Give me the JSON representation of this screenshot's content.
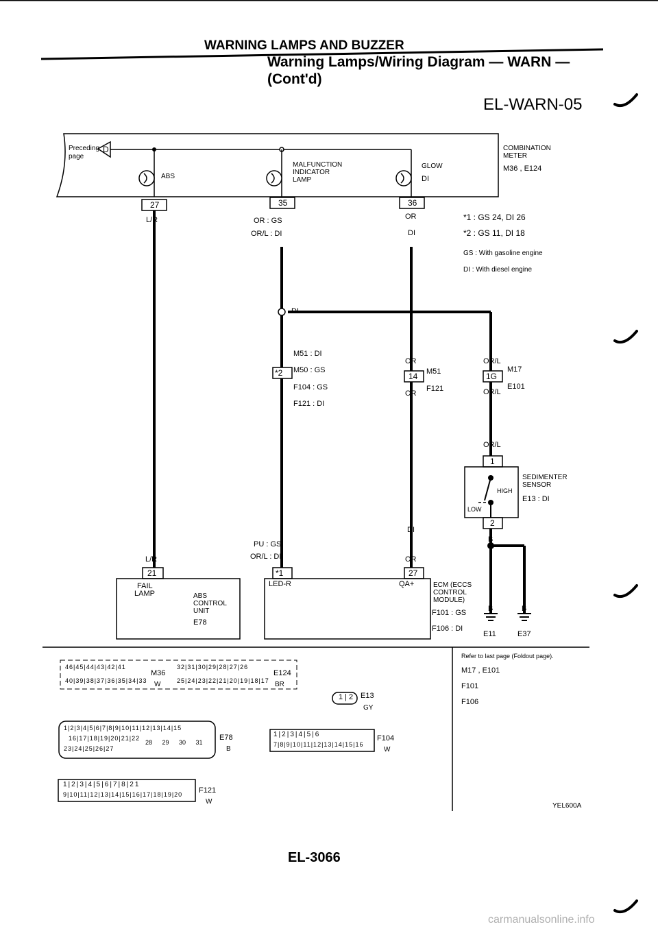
{
  "page": {
    "section_title": "WARNING LAMPS AND BUZZER",
    "diagram_title": "Warning Lamps/Wiring Diagram — WARN —",
    "diagram_title_2": "(Cont'd)",
    "diagram_code": "EL-WARN-05",
    "page_number": "EL-3066",
    "figure_id": "YEL600A",
    "watermark": "carmanualsonline.info"
  },
  "top_box": {
    "preceding_label_1": "Preceding",
    "preceding_label_2": "page",
    "preceding_connector": "D",
    "abs_lamp": "ABS",
    "malfunction_1": "MALFUNCTION",
    "malfunction_2": "INDICATOR",
    "malfunction_3": "LAMP",
    "glow": "GLOW",
    "glow_tag": "DI",
    "combination_1": "COMBINATION",
    "combination_2": "METER",
    "meter_connectors": "M36 , E124",
    "pins": [
      "27",
      "35",
      "36"
    ]
  },
  "notes": {
    "star1": "*1 : GS 24, DI 26",
    "star2": "*2 : GS 11, DI 18",
    "gs_desc": "GS : With gasoline engine",
    "di_desc": "DI : With diesel engine"
  },
  "wires": {
    "lr_top": "L/R",
    "or_gs": "OR : GS",
    "orl_di": "OR/L : DI",
    "or_right": "OR",
    "di_tag_right": "DI",
    "di_junction": "DI",
    "orl_top": "OR/L",
    "orl_bottom": "OR/L",
    "orl_mid": "OR/L",
    "or_14_top": "OR",
    "or_14_bottom": "OR",
    "pu_gs": "PU : GS",
    "orl_di_low": "OR/L : DI",
    "di_low": "DI",
    "or_low": "OR",
    "lr_low": "L/R",
    "b_sensor": "B",
    "b_left": "B",
    "b_right": "B"
  },
  "connectors": {
    "star2_pin": "*2",
    "m51_di": "M51 : DI",
    "m50_gs": "M50 : GS",
    "f104_gs": "F104 : GS",
    "f121_di": "F121 : DI",
    "pin14": "14",
    "m51": "M51",
    "f121": "F121",
    "pin1g": "1G",
    "m17": "M17",
    "e101": "E101",
    "pin1": "1",
    "pin2": "2",
    "pin21": "21",
    "star1_pin": "*1",
    "pin27": "27"
  },
  "components": {
    "sedimenter_1": "SEDIMENTER",
    "sedimenter_2": "SENSOR",
    "high": "HIGH",
    "low": "LOW",
    "e13_di": "E13 : DI",
    "fail_1": "FAIL",
    "fail_2": "LAMP",
    "abs_unit_1": "ABS",
    "abs_unit_2": "CONTROL",
    "abs_unit_3": "UNIT",
    "abs_unit_conn": "E78",
    "led_r": "LED-R",
    "qa_plus": "QA+",
    "ecm_1": "ECM (ECCS",
    "ecm_2": "CONTROL",
    "ecm_3": "MODULE)",
    "f101_gs": "F101 : GS",
    "f106_di": "F106 : DI",
    "e11": "E11",
    "e37": "E37"
  },
  "connector_views": {
    "m36_row1": [
      "46",
      "45",
      "44",
      "43",
      "42",
      "41"
    ],
    "m36_row2": [
      "40",
      "39",
      "38",
      "37",
      "36",
      "35",
      "34",
      "33"
    ],
    "m36_label": "M36",
    "m36_color": "W",
    "e124_row1": [
      "32",
      "31",
      "30",
      "29",
      "28",
      "27",
      "26"
    ],
    "e124_row2": [
      "25",
      "24",
      "23",
      "22",
      "21",
      "20",
      "19",
      "18",
      "17"
    ],
    "e124_label": "E124",
    "e124_color": "BR",
    "e13_pins": [
      "1",
      "2"
    ],
    "e13_label": "E13",
    "e13_color": "GY",
    "e78_row1": [
      "1",
      "2",
      "3",
      "4",
      "5",
      "6",
      "7",
      "8",
      "9",
      "10",
      "11",
      "12",
      "13",
      "14",
      "15"
    ],
    "e78_row2": [
      "16",
      "17",
      "18",
      "19",
      "20",
      "21",
      "22"
    ],
    "e78_row3": [
      "23",
      "24",
      "25",
      "26",
      "27"
    ],
    "e78_big": [
      "28",
      "29",
      "30",
      "31"
    ],
    "e78_label": "E78",
    "e78_color": "B",
    "f104_row1": [
      "1",
      "2",
      "3",
      "4",
      "5",
      "6"
    ],
    "f104_row2": [
      "7",
      "8",
      "9",
      "10",
      "11",
      "12",
      "13",
      "14",
      "15",
      "16"
    ],
    "f104_label": "F104",
    "f104_color": "W",
    "f121_row1": [
      "1",
      "2",
      "3",
      "4",
      "5",
      "6",
      "7",
      "8",
      "21"
    ],
    "f121_row2": [
      "9",
      "10",
      "11",
      "12",
      "13",
      "14",
      "15",
      "16",
      "17",
      "18",
      "19",
      "20"
    ],
    "f121_label": "F121",
    "f121_color": "W"
  },
  "refer": {
    "text": "Refer to last page (Foldout page).",
    "line1": "M17 , E101",
    "line2": "F101",
    "line3": "F106"
  }
}
